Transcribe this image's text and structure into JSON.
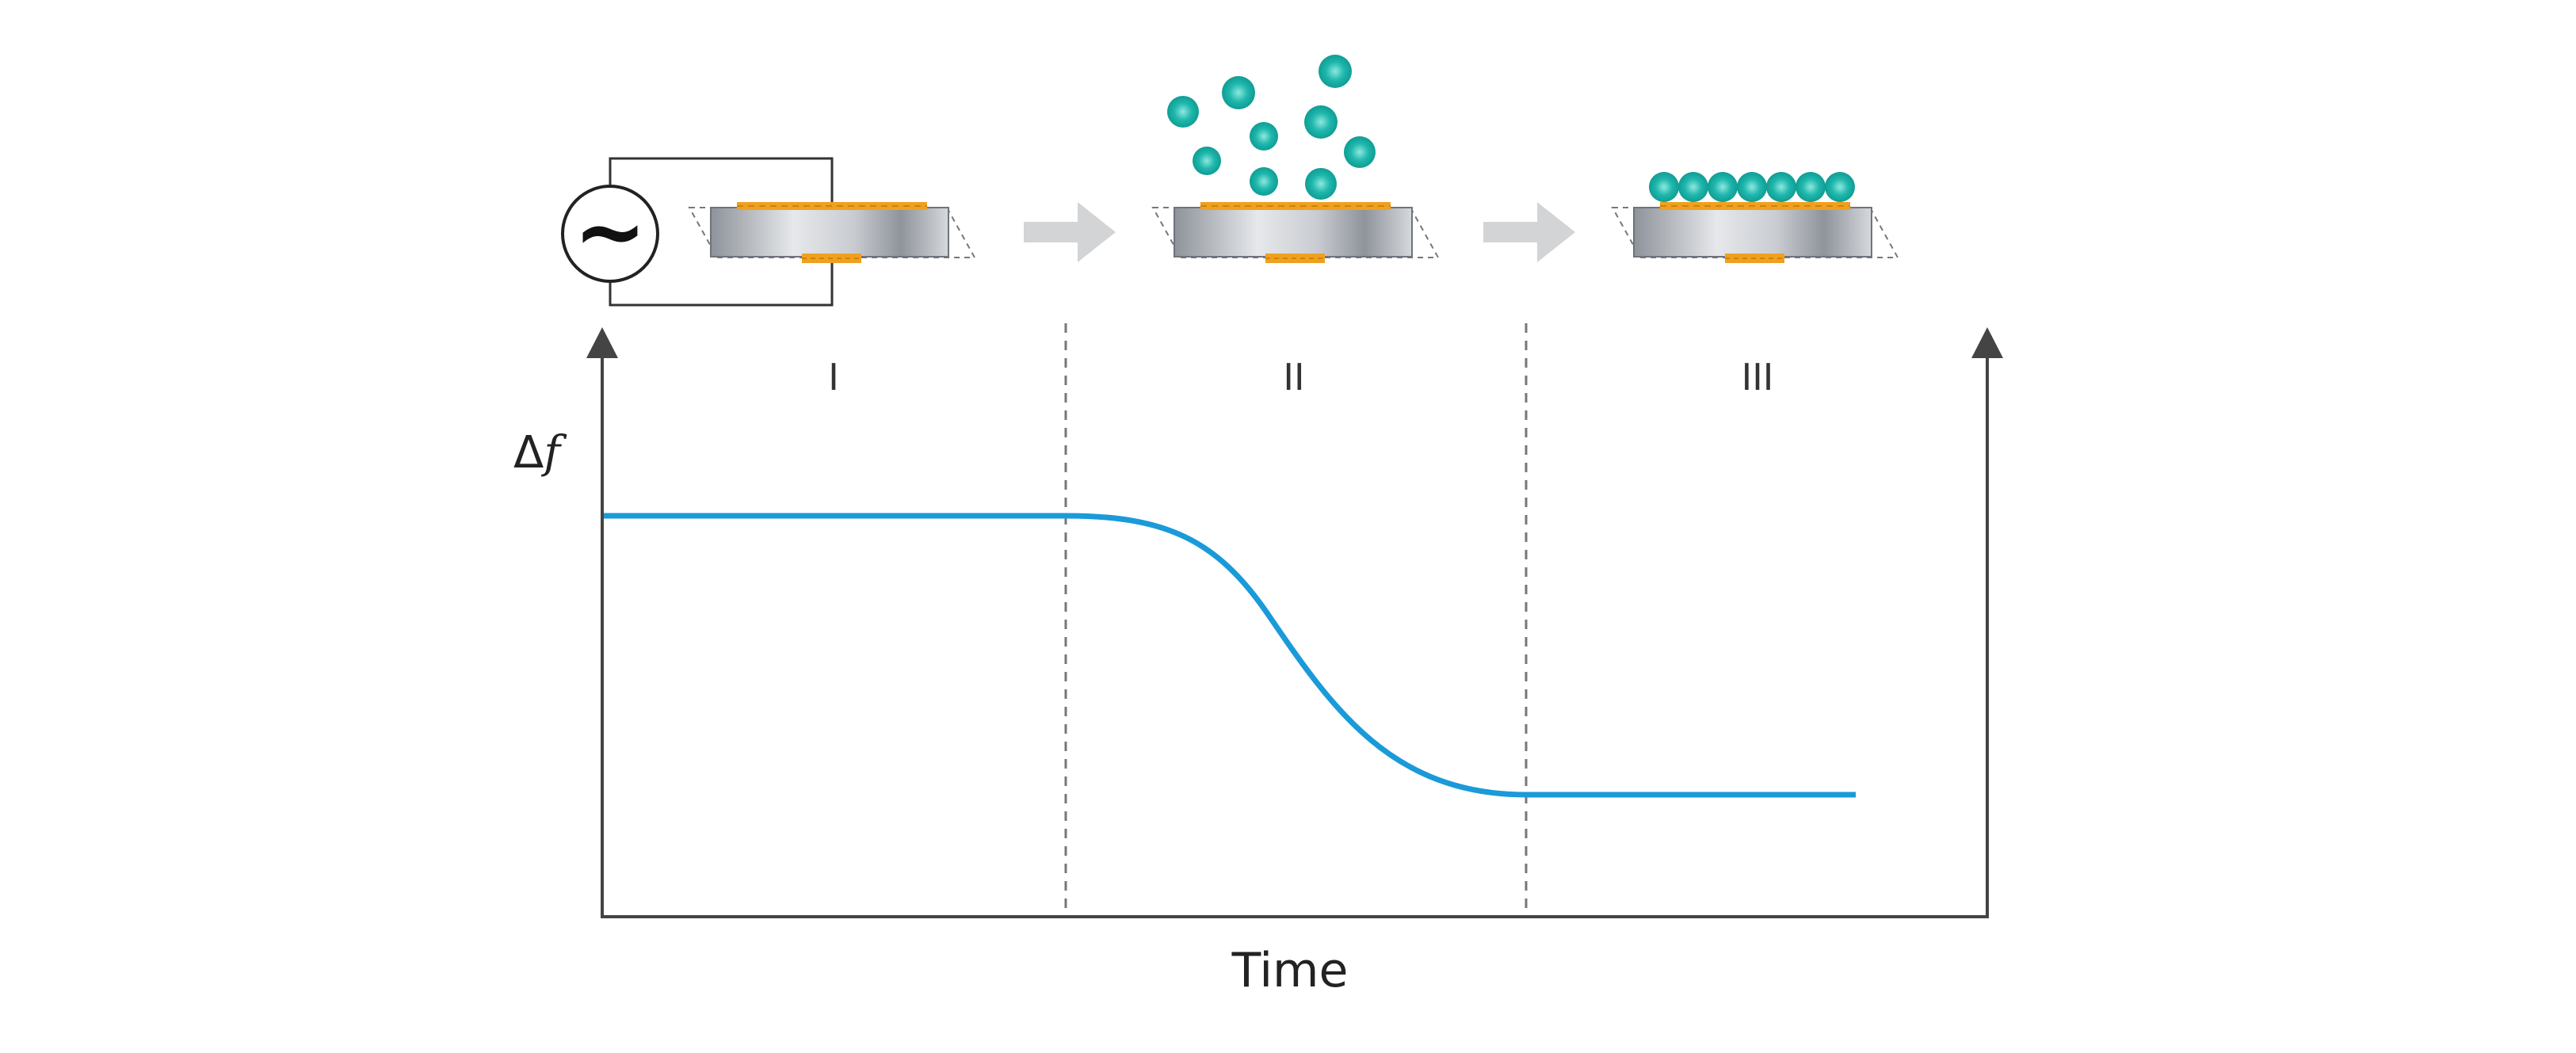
{
  "diagram": {
    "stages": [
      {
        "label": "I"
      },
      {
        "label": "II"
      },
      {
        "label": "III"
      }
    ],
    "y_axis_label_symbol": "Δ",
    "y_axis_label_var": "f",
    "x_axis_label": "Time",
    "source_symbol": "~"
  },
  "colors": {
    "curve": "#1a9ad9",
    "particle": "#1aafa6",
    "particle_light": "#7fe3d8",
    "electrode": "#f0a020",
    "crystal_dark": "#8e939a",
    "crystal_light": "#e4e6e9",
    "arrow": "#d2d4d6",
    "axis": "#444444",
    "divider": "#777777"
  }
}
